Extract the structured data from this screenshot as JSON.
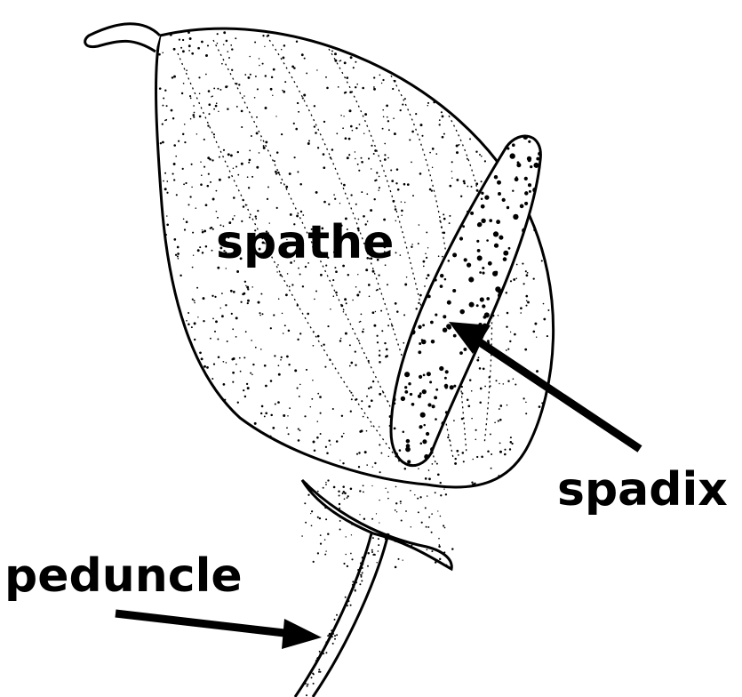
{
  "labels": {
    "spathe": "spathe",
    "spadix": "spadix",
    "peduncle": "peduncle"
  },
  "colors": {
    "ink": "#000000",
    "background": "#ffffff"
  }
}
